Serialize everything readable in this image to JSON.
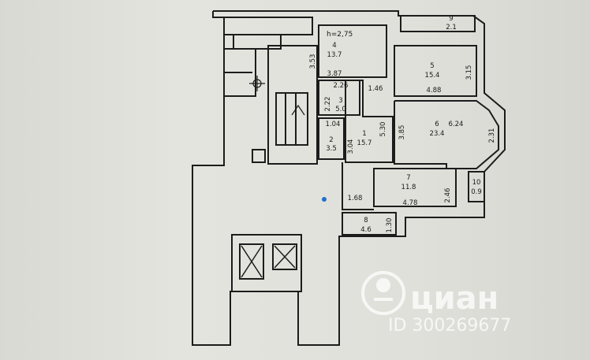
{
  "plan": {
    "ceiling_height": "h=2,75",
    "rooms": [
      {
        "number": "1",
        "area": "15.7"
      },
      {
        "number": "2",
        "area": "3.5"
      },
      {
        "number": "3",
        "area": "5.0"
      },
      {
        "number": "4",
        "area": "13.7"
      },
      {
        "number": "5",
        "area": "15.4"
      },
      {
        "number": "6",
        "area": "23.4"
      },
      {
        "number": "7",
        "area": "11.8"
      },
      {
        "number": "8",
        "area": "4.6"
      },
      {
        "number": "9",
        "area": "2.1"
      },
      {
        "number": "10",
        "area": "0.9"
      }
    ],
    "dimensions": {
      "d_353": "3.53",
      "d_387": "3.87",
      "d_226": "2.26",
      "d_222": "2.22",
      "d_146": "1.46",
      "d_104": "1.04",
      "d_304": "3.04",
      "d_530": "5.30",
      "d_385": "3.85",
      "d_624": "6.24",
      "d_231": "2.31",
      "d_315": "3.15",
      "d_488": "4.88",
      "d_168": "1.68",
      "d_246": "2.46",
      "d_478": "4.78",
      "d_130": "1.30"
    },
    "line_color": "#1c1c1c"
  },
  "watermark": {
    "brand": "циан",
    "listing_id": "ID 300269677",
    "color": "#ffffff"
  }
}
